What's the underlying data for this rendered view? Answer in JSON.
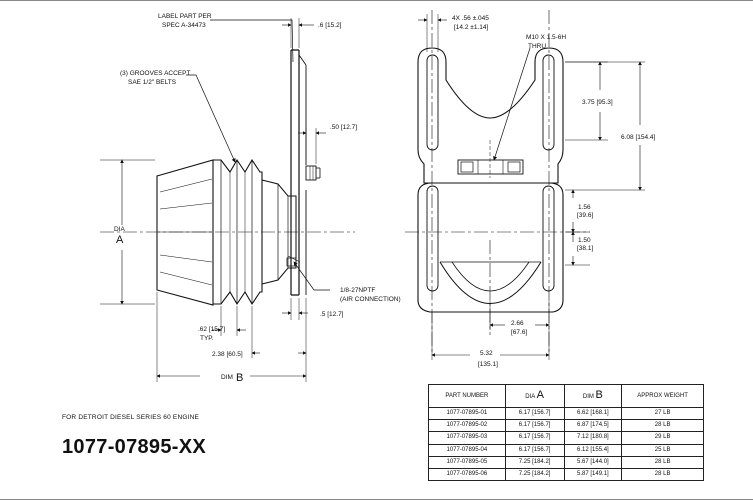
{
  "labels": {
    "label_part": "LABEL PART PER",
    "spec": "SPEC A-34473",
    "grooves_1": "(3) GROOVES ACCEPT",
    "grooves_2": "SAE 1/2\" BELTS",
    "dim_top_hub": ".6 [15.2]",
    "dim_050": ".50 [12.7]",
    "dia": "DIA",
    "letter_a": "A",
    "npt_1": "1/8-27NPTF",
    "npt_2": "(AIR CONNECTION)",
    "dim_05": ".5 [12.7]",
    "dim_062": ".62 [15.7]",
    "typ": "TYP.",
    "dim_238": "2.38 [60.5]",
    "dim_b": "DIM",
    "letter_b": "B",
    "dim_4x_1": "4X .56 ±.045",
    "dim_4x_2": "[14.2 ±1.14]",
    "thread_1": "M10 X 1.5-6H",
    "thread_2": "THRU",
    "dim_375": "3.75 [95.3]",
    "dim_608": "6.08 [154.4]",
    "dim_156_1": "1.56",
    "dim_156_2": "[39.6]",
    "dim_150_1": "1.50",
    "dim_150_2": "[38.1]",
    "dim_266_1": "2.66",
    "dim_266_2": "[67.6]",
    "dim_532_1": "5.32",
    "dim_532_2": "[135.1]"
  },
  "note": "FOR DETROIT DIESEL SERIES 60 ENGINE",
  "part_family": "1077-07895-XX",
  "table": {
    "headers": [
      "PART NUMBER",
      "DIA",
      "DIM",
      "APPROX WEIGHT"
    ],
    "header_letters": [
      "A",
      "B"
    ],
    "rows": [
      [
        "1077-07895-01",
        "6.17 [156.7]",
        "6.62 [168.1]",
        "27 LB"
      ],
      [
        "1077-07895-02",
        "6.17 [156.7]",
        "6.87 [174.5]",
        "28 LB"
      ],
      [
        "1077-07895-03",
        "6.17 [156.7]",
        "7.12 [180.8]",
        "29 LB"
      ],
      [
        "1077-07895-04",
        "6.17 [156.7]",
        "6.12 [155.4]",
        "25 LB"
      ],
      [
        "1077-07895-05",
        "7.25 [184.2]",
        "5.67 [144.0]",
        "28 LB"
      ],
      [
        "1077-07895-06",
        "7.25 [184.2]",
        "5.87 [149.1]",
        "28 LB"
      ]
    ]
  }
}
